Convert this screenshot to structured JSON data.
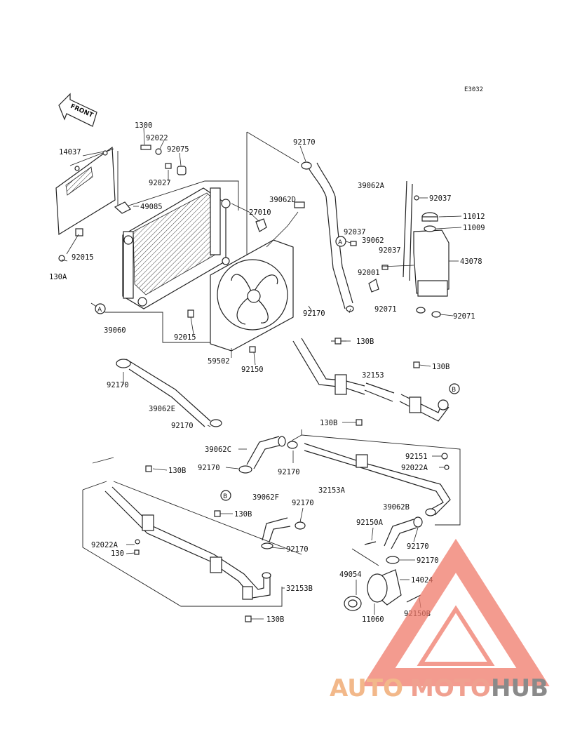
{
  "diagram_code": "E3032",
  "front_label": "FRONT",
  "callouts": {
    "a": "A",
    "b": "B"
  },
  "watermark": {
    "text_auto": "AUTO",
    "text_moto": "MOTO",
    "text_hub": "HUB",
    "color_auto": "#f2b88a",
    "color_moto": "#f0a090",
    "color_hub": "#8a8a8a",
    "triangle_color": "#f07a6a"
  },
  "labels": {
    "l1": "1300",
    "l2": "92022",
    "l3": "92075",
    "l4": "14037",
    "l5": "92027",
    "l6": "49085",
    "l7": "92170",
    "l8": "27010",
    "l9": "39062D",
    "l10": "39062A",
    "l11": "92037",
    "l12": "11012",
    "l13": "11009",
    "l14": "92037",
    "l15": "39062",
    "l16": "92037",
    "l17": "43078",
    "l18": "92001",
    "l19": "92071",
    "l20": "92071",
    "l21": "92015",
    "l22": "130A",
    "l23": "39060",
    "l24": "92170",
    "l25": "92015",
    "l26": "130B",
    "l27": "130B",
    "l28": "32153",
    "l29": "59502",
    "l30": "92150",
    "l31": "92170",
    "l32": "39062E",
    "l33": "92170",
    "l34": "130B",
    "l35": "39062C",
    "l36": "92151",
    "l37": "92170",
    "l38": "130B",
    "l39": "92170",
    "l40": "92022A",
    "l41": "32153A",
    "l42": "39062F",
    "l43": "92170",
    "l44": "130B",
    "l45": "39062B",
    "l46": "92150A",
    "l47": "92022A",
    "l48": "130",
    "l49": "92170",
    "l50": "92170",
    "l51": "92170",
    "l52": "49054",
    "l53": "14024",
    "l54": "32153B",
    "l55": "11060",
    "l56": "92150B",
    "l57": "130B"
  }
}
